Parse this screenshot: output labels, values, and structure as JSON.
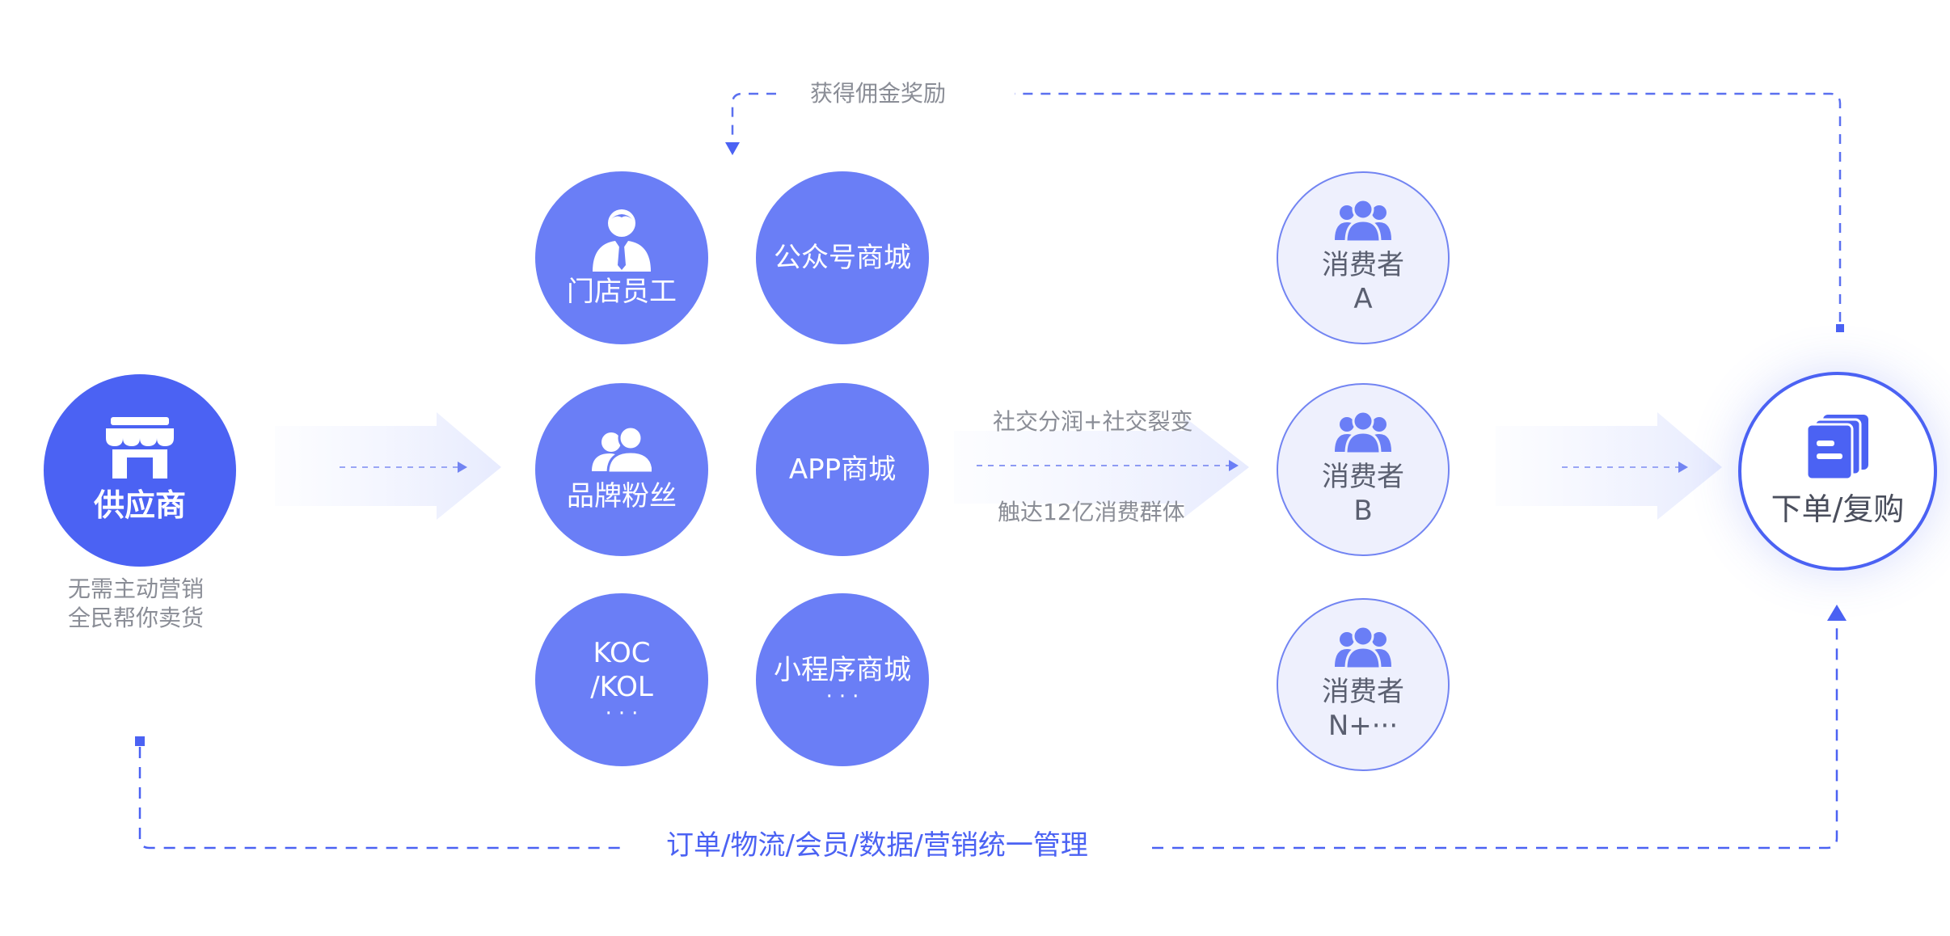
{
  "colors": {
    "primary": "#4b62f3",
    "circle": "#6a7ef6",
    "consumer_fill": "#eef0fd",
    "text_gray": "#8a8d96",
    "dashed": "#5b70f0"
  },
  "supplier": {
    "label": "供应商",
    "icon": "store-icon",
    "caption_line1": "无需主动营销",
    "caption_line2": "全民帮你卖货"
  },
  "channels": {
    "staff": {
      "label": "门店员工",
      "icon": "staff-icon"
    },
    "fans": {
      "label": "品牌粉丝",
      "icon": "users-icon"
    },
    "koc": {
      "line1": "KOC",
      "line2": "/KOL",
      "more": "···"
    },
    "wechat": {
      "label": "公众号商城"
    },
    "app": {
      "label": "APP商城"
    },
    "mini": {
      "label": "小程序商城",
      "more": "···"
    }
  },
  "flow": {
    "top_text": "社交分润+社交裂变",
    "bottom_text": "触达12亿消费群体"
  },
  "consumers": [
    {
      "line1": "消费者",
      "line2": "A",
      "icon": "users-icon"
    },
    {
      "line1": "消费者",
      "line2": "B",
      "icon": "users-icon"
    },
    {
      "line1": "消费者",
      "line2": "N+···",
      "icon": "users-icon"
    }
  ],
  "order": {
    "label": "下单/复购",
    "icon": "documents-icon"
  },
  "loop_top": {
    "label": "获得佣金奖励"
  },
  "loop_bottom": {
    "label": "订单/物流/会员/数据/营销统一管理"
  }
}
